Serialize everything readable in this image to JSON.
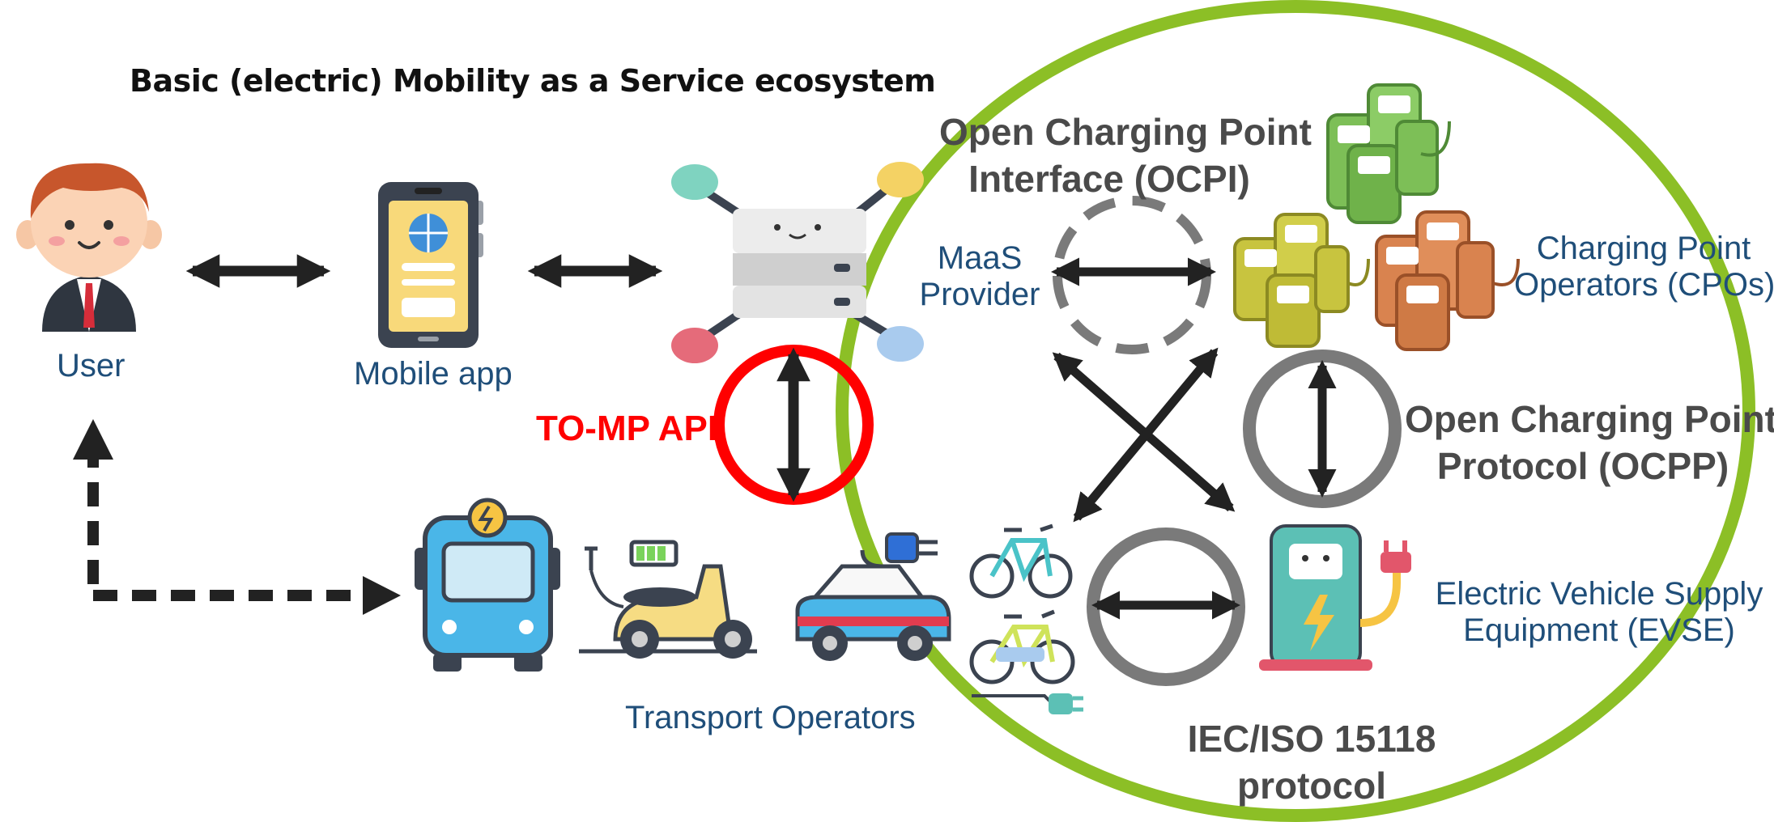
{
  "title": "Basic (electric) Mobility as a Service ecosystem",
  "nodes": {
    "user": "User",
    "mobile_app": "Mobile app",
    "transport_operators": "Transport Operators",
    "maas_provider_line1": "MaaS",
    "maas_provider_line2": "Provider",
    "cpo_line1": "Charging Point",
    "cpo_line2": "Operators (CPOs)",
    "evse_line1": "Electric Vehicle Supply",
    "evse_line2": "Equipment (EVSE)"
  },
  "protocols": {
    "tomp": "TO-MP API",
    "ocpi_line1": "Open Charging Point",
    "ocpi_line2": "Interface (OCPI)",
    "ocpp_line1": "Open Charging Point",
    "ocpp_line2": "Protocol (OCPP)",
    "iec_line1": "IEC/ISO 15118",
    "iec_line2": "protocol"
  },
  "colors": {
    "ecosystem_circle": "#8cbf26",
    "tomp_circle": "#ff0000",
    "protocol_circle": "#7a7a7a",
    "arrow": "#222222",
    "label_blue": "#1f4e79"
  }
}
